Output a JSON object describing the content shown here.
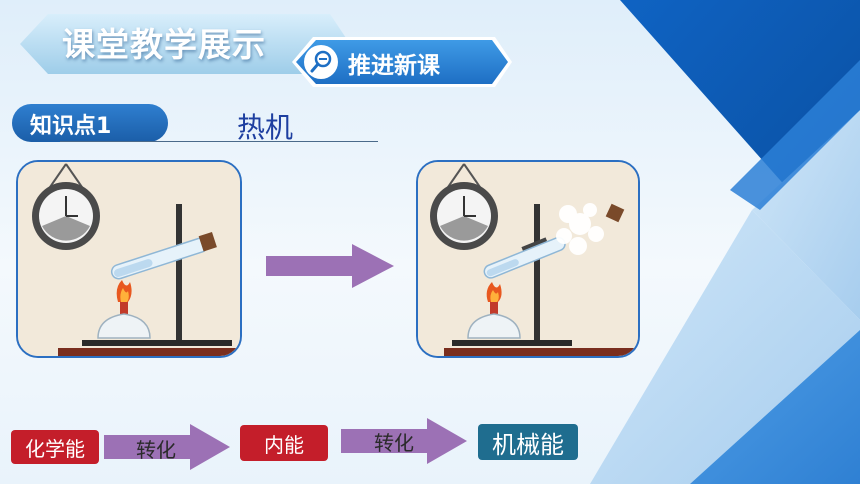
{
  "header": {
    "title": "课堂教学展示",
    "subtitle": "推进新课",
    "subtitle_icon": "magnifier-icon"
  },
  "knowledge_point": {
    "label": "知识点1",
    "topic": "热机"
  },
  "illustrations": [
    {
      "name": "test-tube-heating-before",
      "icon": "clock-icon"
    },
    {
      "name": "test-tube-cork-popped-after",
      "icon": "clock-icon"
    }
  ],
  "energy_chain": {
    "start": "化学能",
    "step1": "转化",
    "middle": "内能",
    "step2": "转化",
    "end": "机械能"
  },
  "colors": {
    "accent_blue": "#1e6fc4",
    "arrow_purple": "#9c71b5",
    "box_red": "#c41e2a",
    "box_teal": "#1f6d8f"
  }
}
